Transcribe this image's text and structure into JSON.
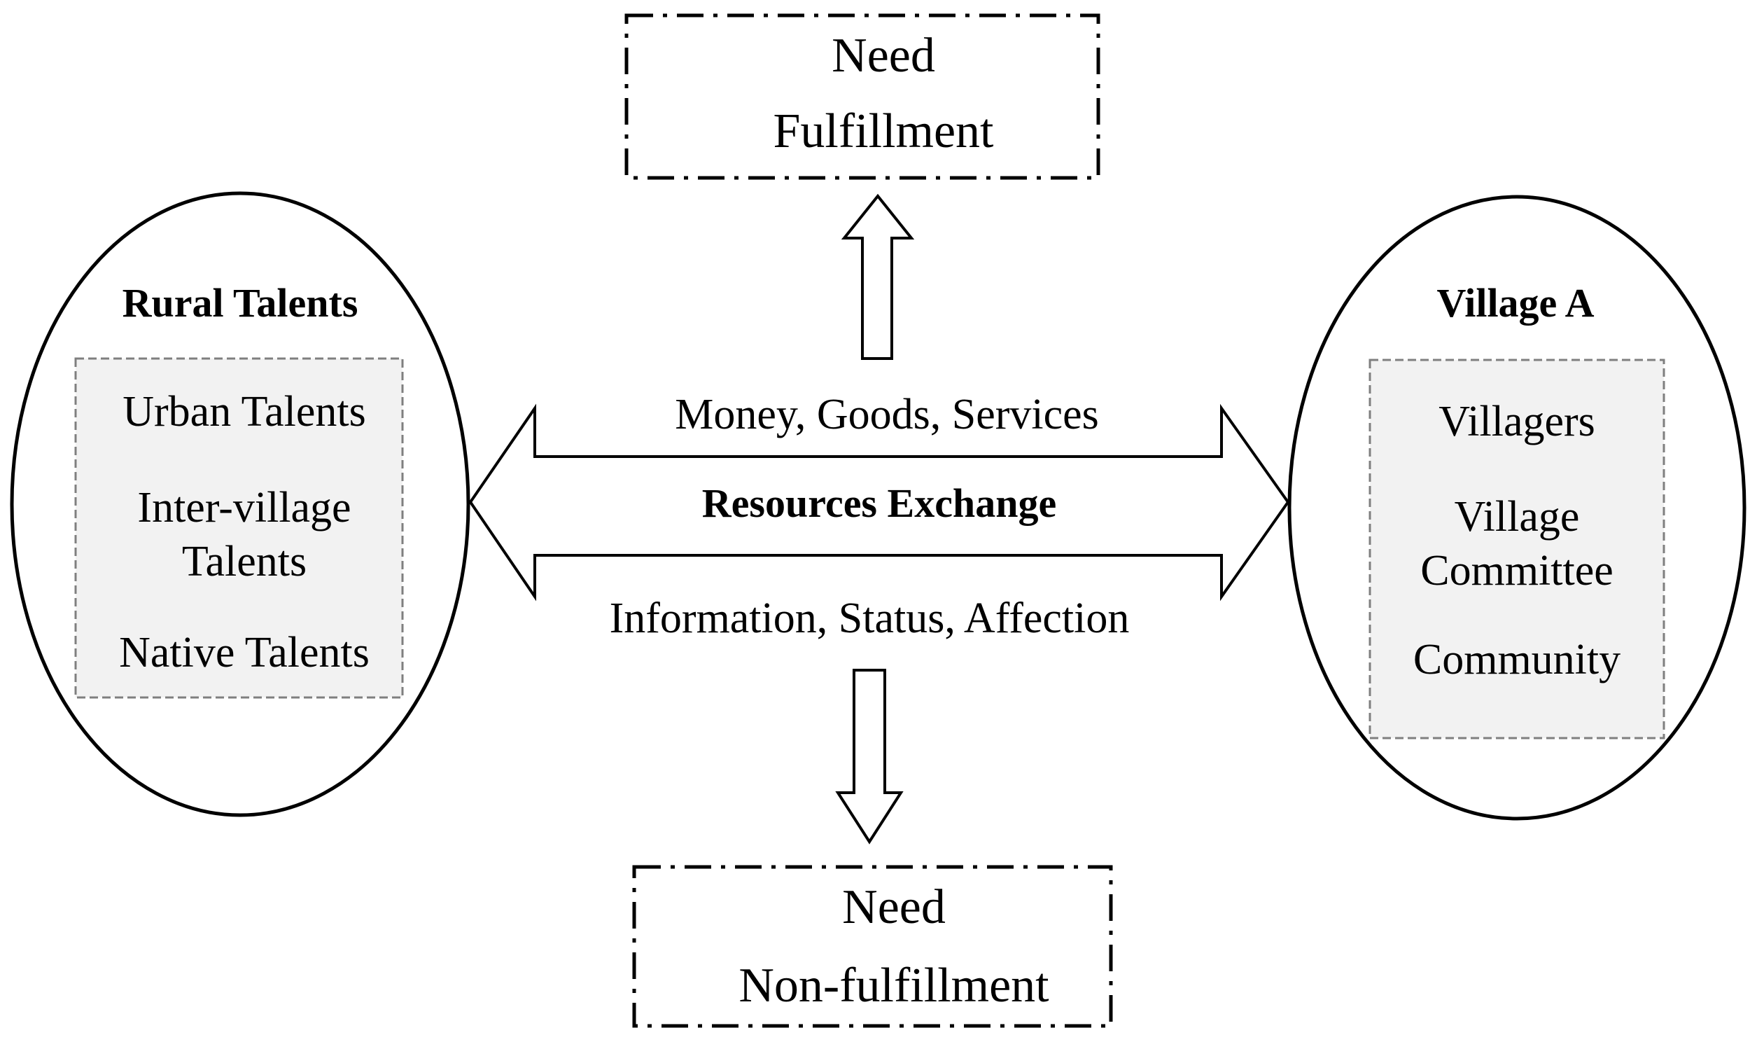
{
  "top_box": {
    "line1": "Need",
    "line2": "Fulfillment"
  },
  "bottom_box": {
    "line1": "Need",
    "line2": "Non-fulfillment"
  },
  "left_group": {
    "title": "Rural Talents",
    "items": [
      "Urban Talents",
      "Inter-village",
      "Talents",
      "Native Talents"
    ]
  },
  "right_group": {
    "title": "Village A",
    "items": [
      "Villagers",
      "Village",
      "Committee",
      "Community"
    ]
  },
  "exchange": {
    "top_label": "Money, Goods, Services",
    "center_label": "Resources Exchange",
    "bottom_label": "Information, Status, Affection"
  },
  "colors": {
    "stroke": "#000000",
    "inner_box_fill": "#f2f2f2",
    "inner_box_stroke": "#7f7f7f",
    "background": "#ffffff"
  }
}
